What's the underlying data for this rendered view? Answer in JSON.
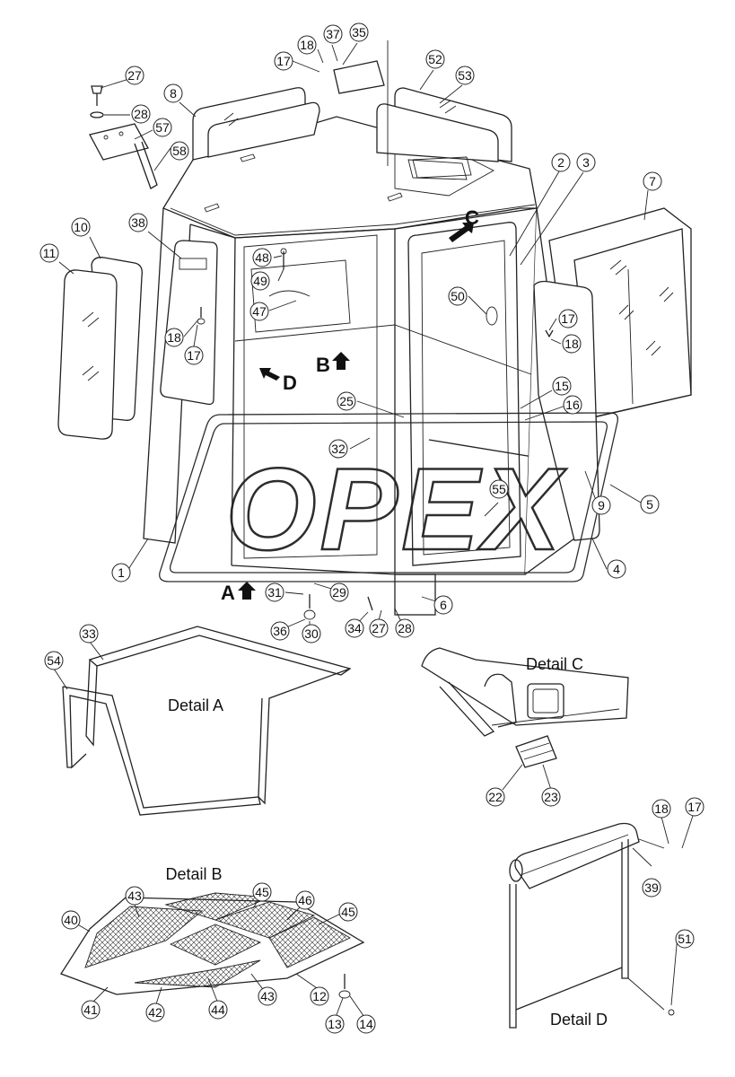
{
  "watermark": "OPEX",
  "detail_labels": {
    "a": "Detail A",
    "b": "Detail B",
    "c": "Detail C",
    "d": "Detail D"
  },
  "view_arrows": {
    "a": "A",
    "b": "B",
    "c": "C",
    "d": "D"
  },
  "callouts": [
    "1",
    "2",
    "3",
    "4",
    "5",
    "6",
    "7",
    "8",
    "9",
    "10",
    "11",
    "12",
    "13",
    "14",
    "15",
    "16",
    "17",
    "18",
    "22",
    "23",
    "25",
    "27",
    "28",
    "29",
    "30",
    "31",
    "32",
    "33",
    "34",
    "35",
    "36",
    "37",
    "38",
    "39",
    "40",
    "41",
    "42",
    "43",
    "44",
    "45",
    "46",
    "47",
    "48",
    "49",
    "50",
    "51",
    "52",
    "53",
    "54",
    "55",
    "57",
    "58"
  ]
}
